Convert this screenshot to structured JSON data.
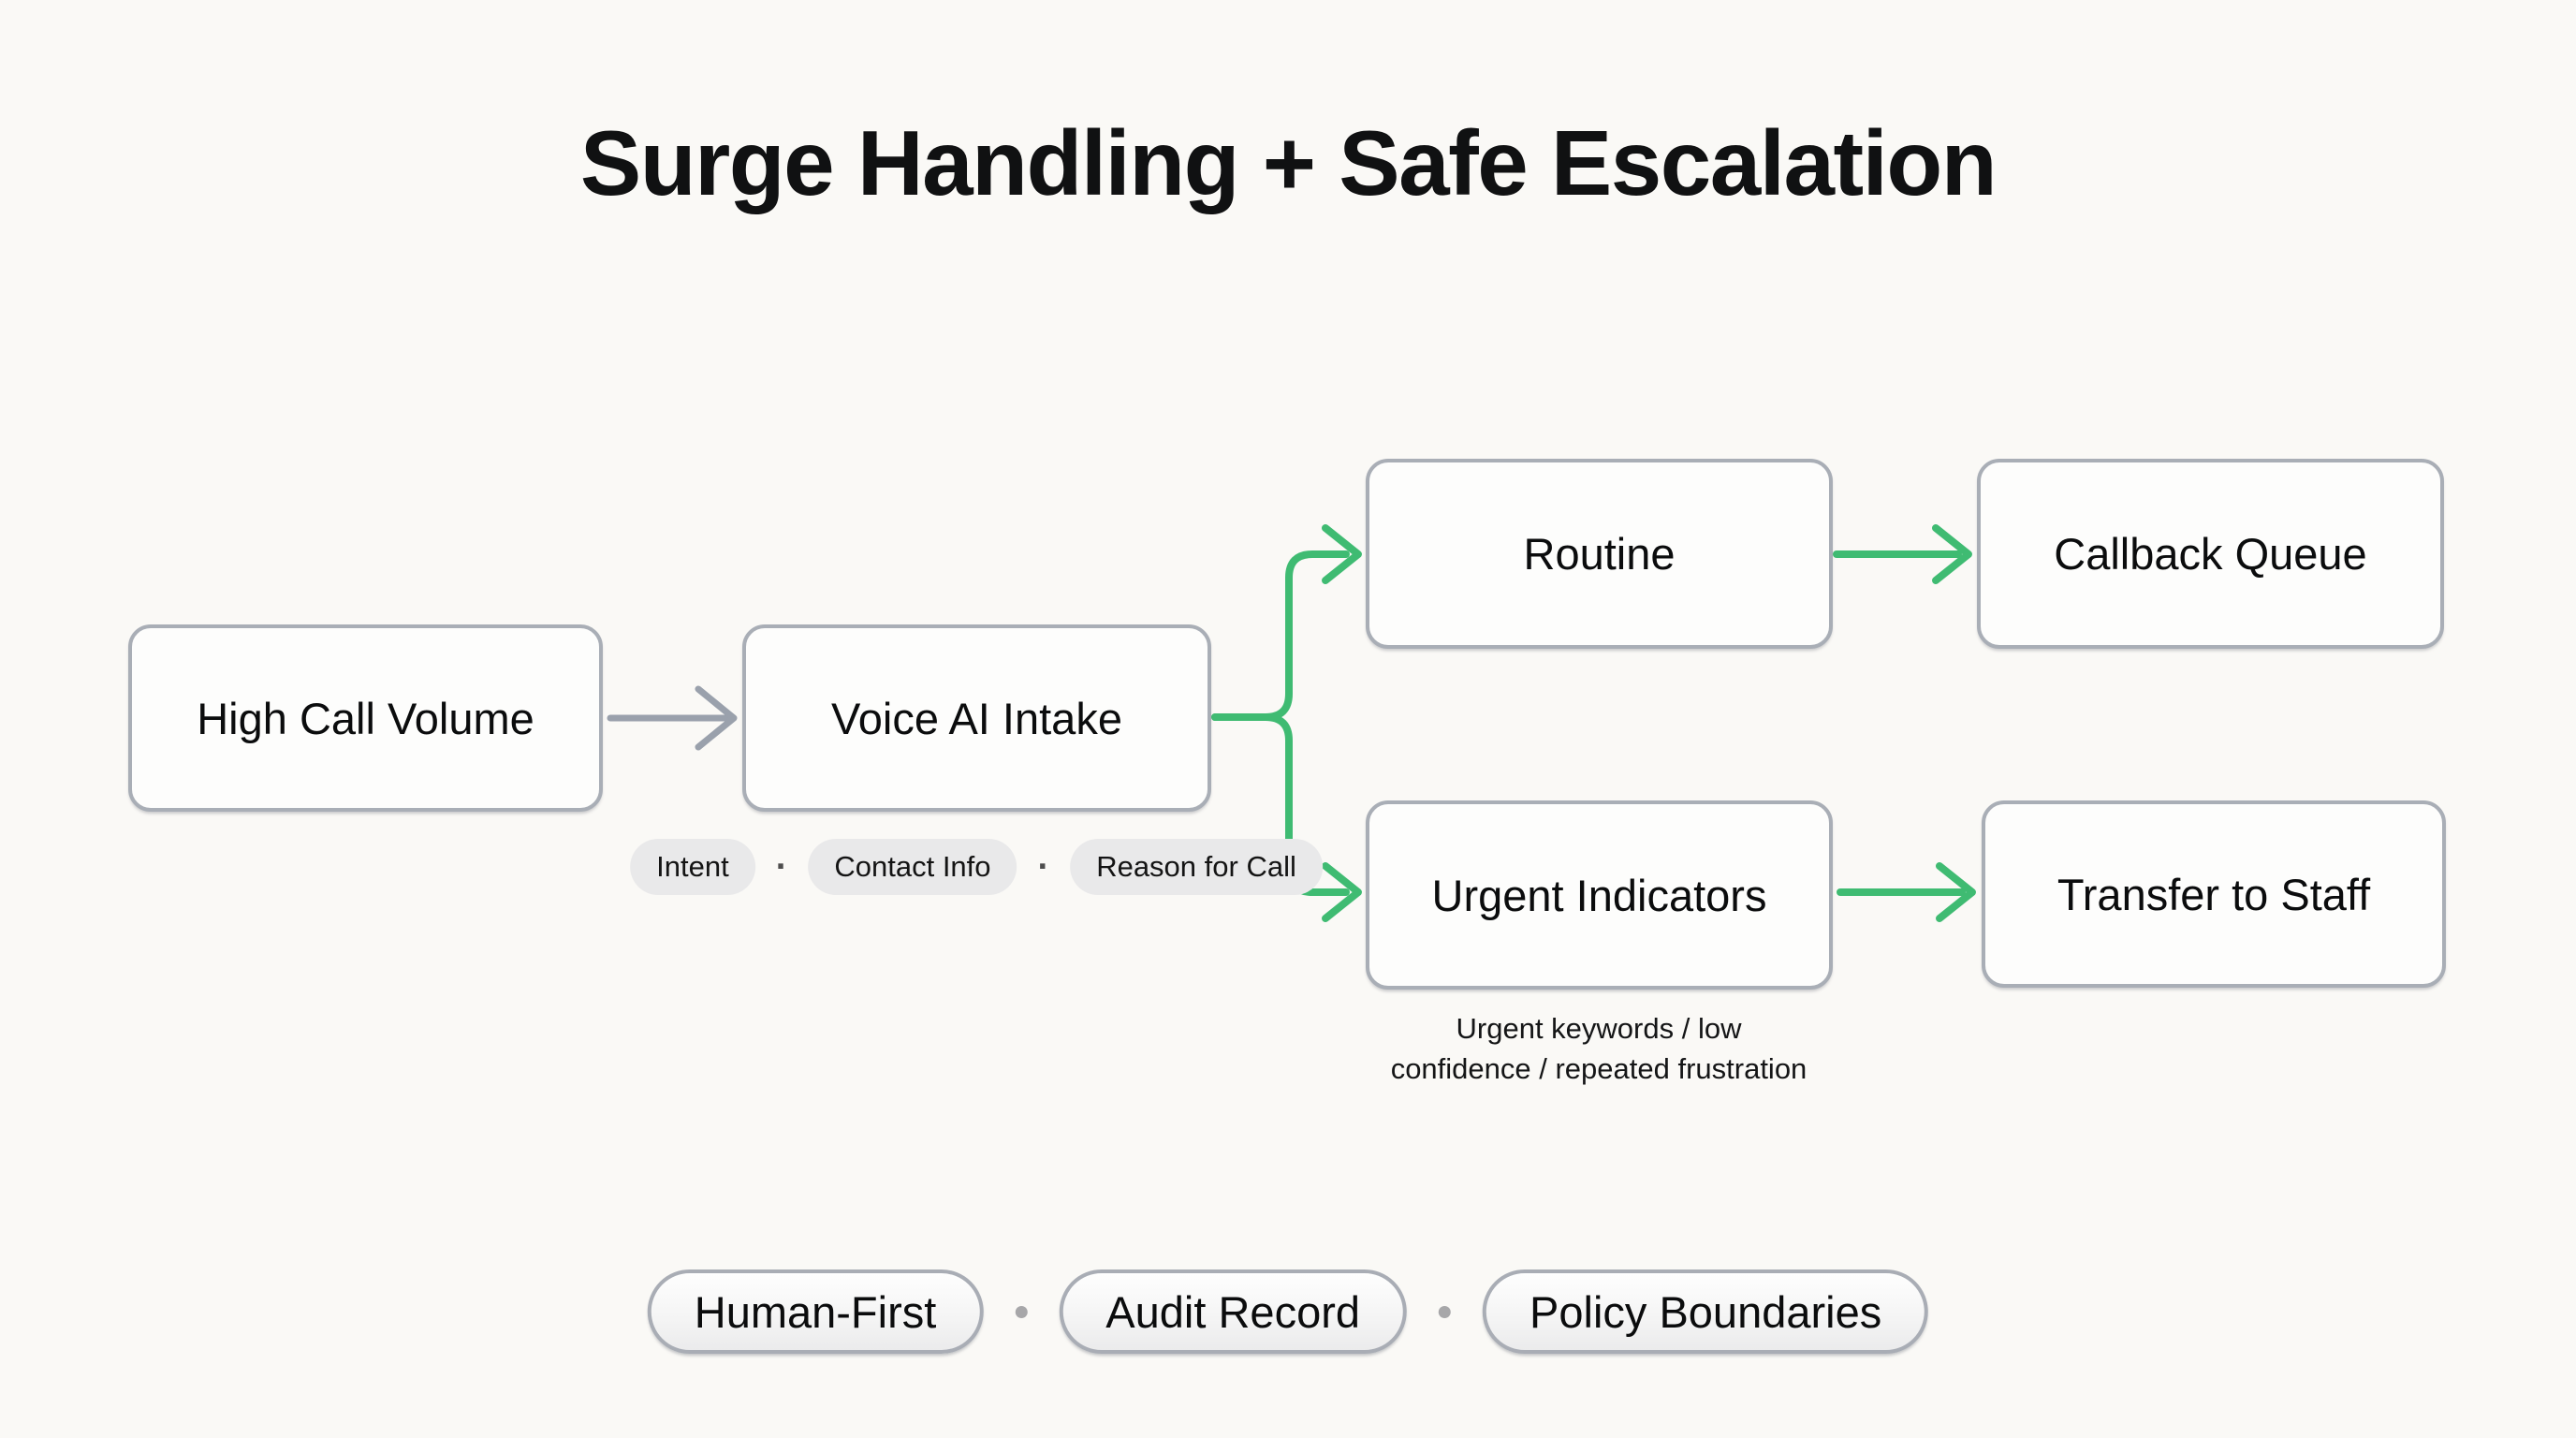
{
  "title": "Surge Handling + Safe Escalation",
  "nodes": {
    "high_call_volume": {
      "label": "High Call Volume"
    },
    "voice_ai_intake": {
      "label": "Voice AI Intake"
    },
    "routine": {
      "label": "Routine"
    },
    "callback_queue": {
      "label": "Callback Queue"
    },
    "urgent_indicators": {
      "label": "Urgent Indicators"
    },
    "transfer_to_staff": {
      "label": "Transfer to Staff"
    }
  },
  "intake_tags": {
    "items": [
      "Intent",
      "Contact Info",
      "Reason for Call"
    ],
    "separator": "·"
  },
  "urgent_note": {
    "line1": "Urgent keywords / low",
    "line2": "confidence / repeated frustration"
  },
  "footer_badges": {
    "items": [
      "Human-First",
      "Audit Record",
      "Policy Boundaries"
    ]
  },
  "colors": {
    "background": "#faf9f6",
    "node_border": "#a9aeb6",
    "node_fill": "#fdfdfc",
    "connector_gray": "#9aa1ac",
    "connector_green": "#3fbb72",
    "tag_pill_bg": "#e9e9ea",
    "text": "#101112"
  }
}
